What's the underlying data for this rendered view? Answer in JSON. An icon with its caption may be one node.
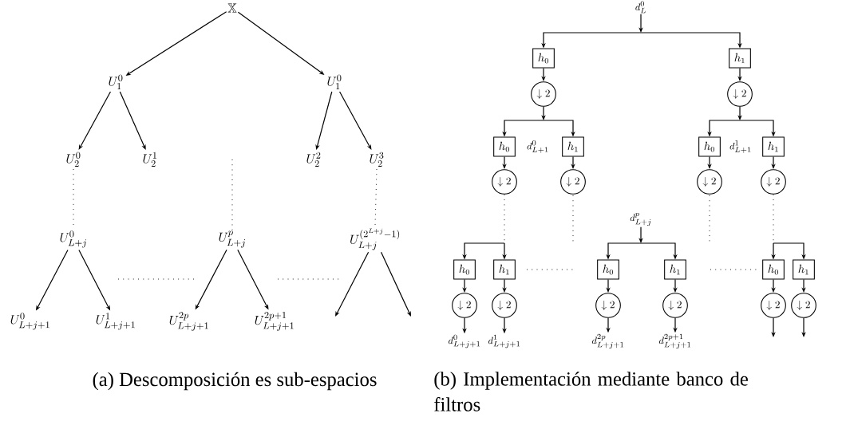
{
  "diagram": {
    "nodes": [
      {
        "text": [
          "\\mathbb{X}"
        ]
      },
      {
        "text": [
          "U_{1}^{0}"
        ]
      },
      {
        "text": [
          "U_{1}^{0}"
        ]
      },
      {
        "text": [
          "U_{2}^{0}"
        ]
      },
      {
        "text": [
          "U_{2}^{1}"
        ]
      },
      {
        "text": [
          "U_{2}^{2}"
        ]
      },
      {
        "text": [
          "U_{2}^{3}"
        ]
      },
      {
        "text": [
          "U_{L+j}^{0}"
        ]
      },
      {
        "text": [
          "U_{L+j}^{p}"
        ]
      },
      {
        "text": [
          "U_{L+j}^{(2^{L+j}-1)}"
        ]
      },
      {
        "text": [
          "U_{L+j+1}^{0}"
        ]
      },
      {
        "text": [
          "U_{L+j+1}^{1}"
        ]
      },
      {
        "text": [
          "U_{L+j+1}^{2p}"
        ]
      },
      {
        "text": [
          "U_{L+j+1}^{2p+1}"
        ]
      },
      {
        "text": [
          "d_{L}^{0}"
        ]
      },
      {
        "text": [
          "h_{0}"
        ]
      },
      {
        "text": [
          "h_{1}"
        ]
      },
      {
        "text": [
          "\\downarrow 2"
        ]
      },
      {
        "text": [
          "\\downarrow 2"
        ]
      },
      {
        "text": [
          "h_{0}"
        ]
      },
      {
        "text": [
          "h_{1}"
        ]
      },
      {
        "text": [
          "h_{0}"
        ]
      },
      {
        "text": [
          "h_{1}"
        ]
      },
      {
        "text": [
          "\\downarrow 2"
        ]
      },
      {
        "text": [
          "\\downarrow 2"
        ]
      },
      {
        "text": [
          "\\downarrow 2"
        ]
      },
      {
        "text": [
          "\\downarrow 2"
        ]
      },
      {
        "text": [
          "d_{L+j}^{p}"
        ]
      },
      {
        "text": [
          "h_{0}"
        ]
      },
      {
        "text": [
          "h_{1}"
        ]
      },
      {
        "text": [
          "h_{0}"
        ]
      },
      {
        "text": [
          "h_{1}"
        ]
      },
      {
        "text": [
          "h_{0}"
        ]
      },
      {
        "text": [
          "h_{1}"
        ]
      },
      {
        "text": [
          "\\downarrow 2"
        ]
      },
      {
        "text": [
          "\\downarrow 2"
        ]
      },
      {
        "text": [
          "\\downarrow 2"
        ]
      },
      {
        "text": [
          "\\downarrow 2"
        ]
      },
      {
        "text": [
          "\\downarrow 2"
        ]
      },
      {
        "text": [
          "\\downarrow 2"
        ]
      },
      {
        "text": [
          "d_{L+j+1}^{0}"
        ]
      },
      {
        "text": [
          "d_{L+j+1}^{1}"
        ]
      },
      {
        "text": [
          "d_{L+j+1}^{2p}"
        ]
      },
      {
        "text": [
          "d_{L+j+1}^{2p+1}"
        ]
      }
    ],
    "edges": [
      {
        "from": 0,
        "to": 1,
        "arrow": "to"
      },
      {
        "from": 0,
        "to": 2,
        "arrow": "to"
      },
      {
        "from": 1,
        "to": 3,
        "arrow": "to"
      },
      {
        "from": 1,
        "to": 4,
        "arrow": "to"
      },
      {
        "from": 2,
        "to": 5,
        "arrow": "to"
      },
      {
        "from": 2,
        "to": 6,
        "arrow": "to"
      },
      {
        "from": 7,
        "to": 10,
        "arrow": "to"
      },
      {
        "from": 7,
        "to": 11,
        "arrow": "to"
      },
      {
        "from": 8,
        "to": 12,
        "arrow": "to"
      },
      {
        "from": 8,
        "to": 13,
        "arrow": "to"
      },
      {
        "from": 9,
        "to": null,
        "arrow": "to"
      },
      {
        "from": 9,
        "to": null,
        "arrow": "to"
      },
      {
        "from": 14,
        "to": 15,
        "arrow": "to"
      },
      {
        "from": 14,
        "to": 16,
        "arrow": "to"
      },
      {
        "from": 15,
        "to": 17,
        "arrow": "to"
      },
      {
        "from": 16,
        "to": 18,
        "arrow": "to"
      },
      {
        "from": 17,
        "to": 19,
        "arrow": "to"
      },
      {
        "from": 17,
        "to": 20,
        "arrow": "to"
      },
      {
        "from": 18,
        "to": 21,
        "arrow": "to"
      },
      {
        "from": 18,
        "to": 22,
        "arrow": "to"
      },
      {
        "from": 19,
        "to": 23,
        "arrow": "to"
      },
      {
        "from": 20,
        "to": 24,
        "arrow": "to"
      },
      {
        "from": 21,
        "to": 25,
        "arrow": "to"
      },
      {
        "from": 22,
        "to": 26,
        "arrow": "to"
      },
      {
        "from": 23,
        "to": 28,
        "arrow": "to"
      },
      {
        "from": 23,
        "to": 29,
        "arrow": "to",
        "style": "dashed"
      },
      {
        "from": 27,
        "to": 30,
        "arrow": "to"
      },
      {
        "from": 27,
        "to": 31,
        "arrow": "to"
      },
      {
        "from": 26,
        "to": 32,
        "arrow": "to",
        "style": "dashed"
      },
      {
        "from": 26,
        "to": 33,
        "arrow": "to",
        "style": "dashed"
      },
      {
        "from": 28,
        "to": 34,
        "arrow": "to"
      },
      {
        "from": 29,
        "to": 35,
        "arrow": "to"
      },
      {
        "from": 30,
        "to": 36,
        "arrow": "to"
      },
      {
        "from": 31,
        "to": 37,
        "arrow": "to"
      },
      {
        "from": 32,
        "to": 38,
        "arrow": "to"
      },
      {
        "from": 33,
        "to": 39,
        "arrow": "to"
      },
      {
        "from": 34,
        "to": 40,
        "arrow": "to"
      },
      {
        "from": 35,
        "to": 41,
        "arrow": "to"
      },
      {
        "from": 36,
        "to": 42,
        "arrow": "to"
      },
      {
        "from": 37,
        "to": 43,
        "arrow": "to"
      },
      {
        "from": 38,
        "to": null,
        "arrow": "to"
      },
      {
        "from": 39,
        "to": null,
        "arrow": "to"
      },
      {
        "from": 3,
        "to": 7,
        "arrow": "none",
        "style": "dashed"
      },
      {
        "from": 6,
        "to": 9,
        "arrow": "none",
        "style": "dashed"
      }
    ],
    "labels": [
      "d_{L+1}^{0}",
      "d_{L+1}^{1}",
      "(a) Descomposición es sub-espacios",
      "(b) Implementación mediante banco de filtros"
    ]
  }
}
